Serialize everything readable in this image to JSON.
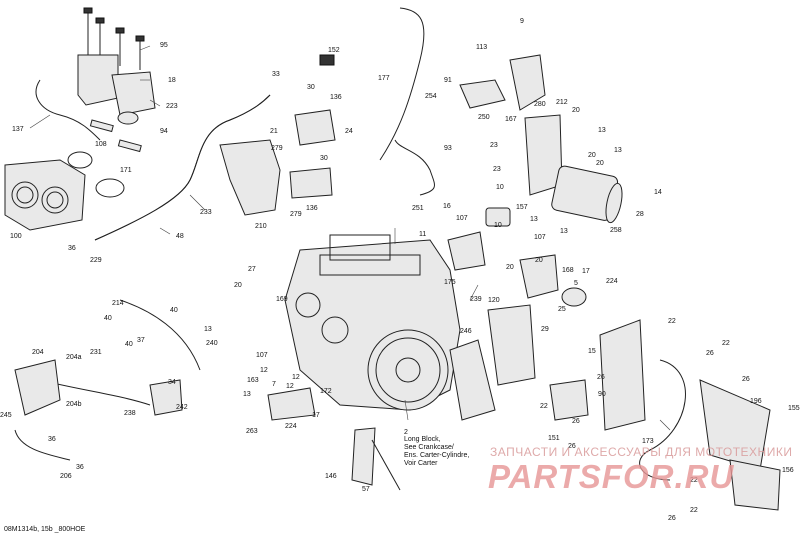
{
  "diagram": {
    "callouts": [
      "95",
      "18",
      "223",
      "137",
      "94",
      "108",
      "171",
      "100",
      "36",
      "229",
      "33",
      "152",
      "136",
      "30",
      "279",
      "24",
      "21",
      "30",
      "279",
      "136",
      "210",
      "233",
      "48",
      "177",
      "254",
      "91",
      "93",
      "251",
      "113",
      "9",
      "250",
      "167",
      "280",
      "212",
      "20",
      "23",
      "13",
      "23",
      "20",
      "13",
      "20",
      "14",
      "258",
      "28",
      "16",
      "10",
      "107",
      "157",
      "11",
      "10",
      "20",
      "107",
      "20",
      "13",
      "168",
      "17",
      "175",
      "239",
      "224",
      "27",
      "20",
      "169",
      "214",
      "40",
      "40",
      "13",
      "231",
      "40",
      "37",
      "240",
      "107",
      "12",
      "12",
      "172",
      "163",
      "7",
      "224",
      "17",
      "204",
      "204a",
      "245",
      "238",
      "242",
      "34",
      "204b",
      "36",
      "36",
      "206",
      "263",
      "120",
      "246",
      "29",
      "25",
      "15",
      "26",
      "22",
      "22",
      "26",
      "26",
      "90",
      "22",
      "151",
      "26",
      "196",
      "155",
      "173",
      "22",
      "156",
      "26",
      "22",
      "146",
      "57",
      "2",
      "13",
      "26",
      "13",
      "12",
      "5"
    ],
    "long_block_note": [
      "Long Block,",
      "See Crankcase/",
      "Ens. Carter-Cylindre,",
      "Voir Carter"
    ],
    "footer_code": "08M1314b, 15b _800HOE",
    "watermark": {
      "tagline": "ЗАПЧАСТИ И АКСЕССУАРЫ ДЛЯ МОТОТЕХНИКИ",
      "logo": "PARTSFOR.RU"
    }
  }
}
